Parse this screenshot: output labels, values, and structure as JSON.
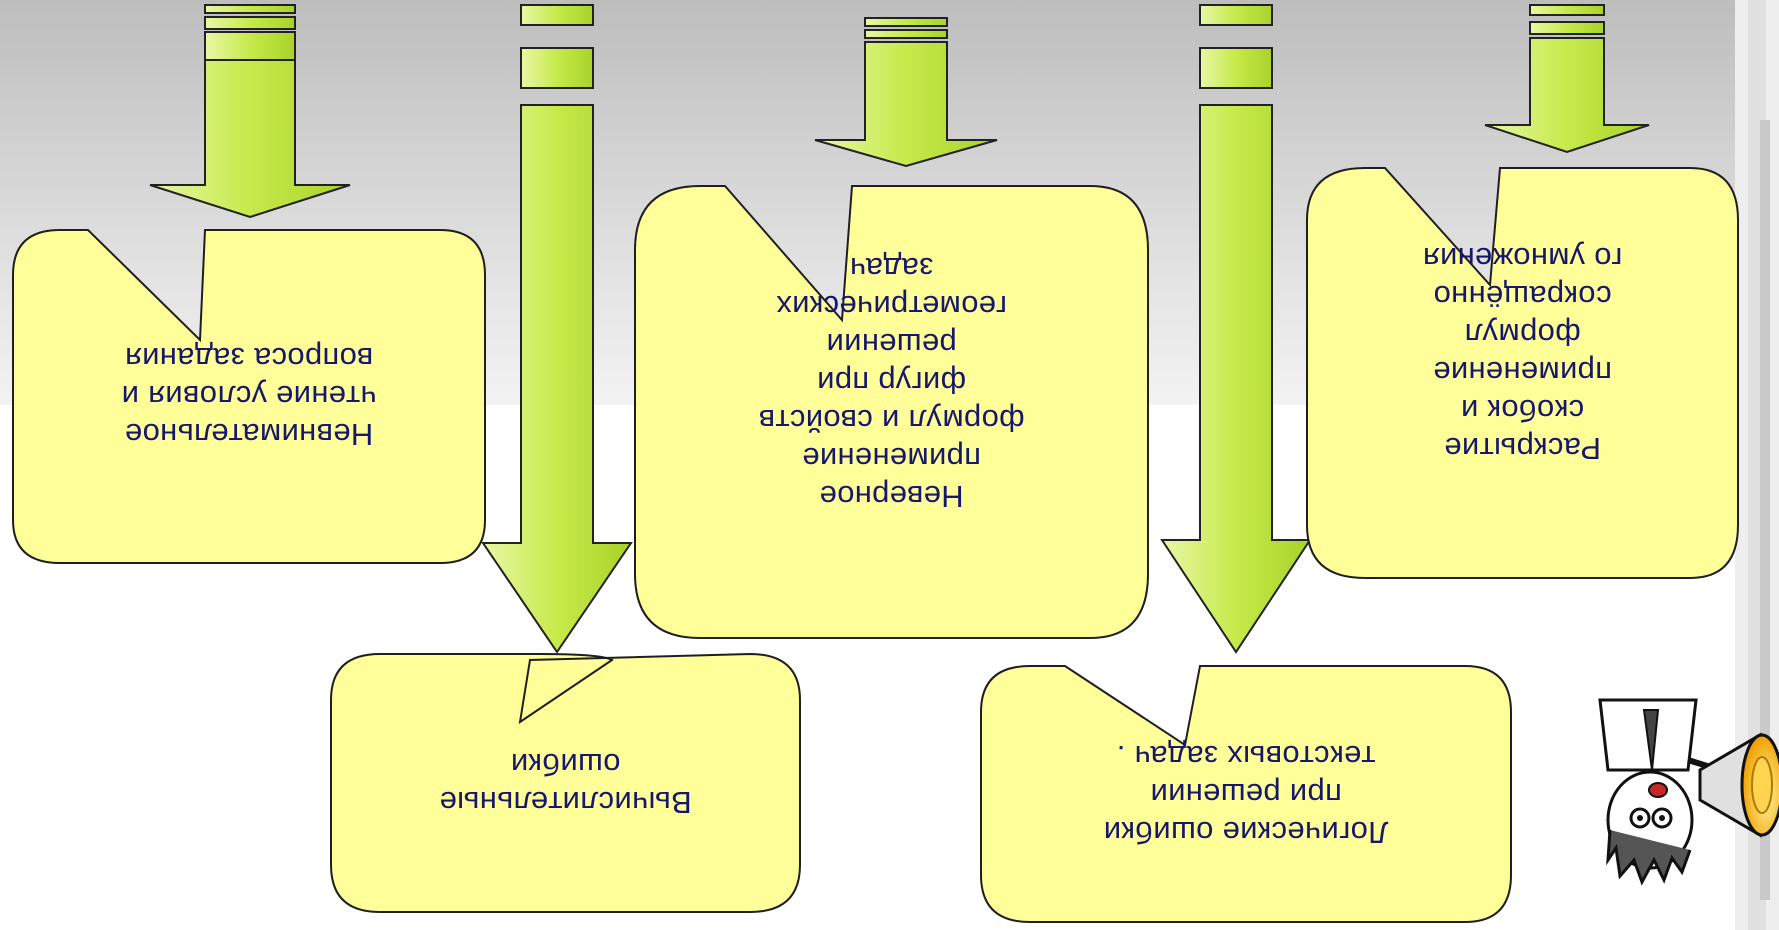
{
  "colors": {
    "callout_fill": "#ffff99",
    "callout_stroke": "#1f1f1f",
    "arrow_fill": "#c7ec4e",
    "text": "#17186a",
    "band_top": "#c4c4c4",
    "band_bottom": "#f2f2f2"
  },
  "callouts": {
    "careless": {
      "lines": [
        "Невнимательное",
        "чтение условия и",
        "вопроса задания"
      ]
    },
    "computational": {
      "lines": [
        "Вычислительные",
        "ошибки"
      ]
    },
    "geometry": {
      "lines": [
        "Неверное",
        "применение",
        "формул и свойств",
        "фигур при",
        "решении",
        "геометрических",
        "задач"
      ]
    },
    "logical": {
      "lines": [
        "Логические ошибки",
        "при решении",
        "текстовых задач ."
      ]
    },
    "brackets": {
      "lines": [
        "Раскрытие",
        "скобок и",
        "применение",
        "формул",
        "сокращённо",
        "го умножения"
      ]
    }
  },
  "icons": {
    "speaker": "man-with-megaphone-icon"
  }
}
